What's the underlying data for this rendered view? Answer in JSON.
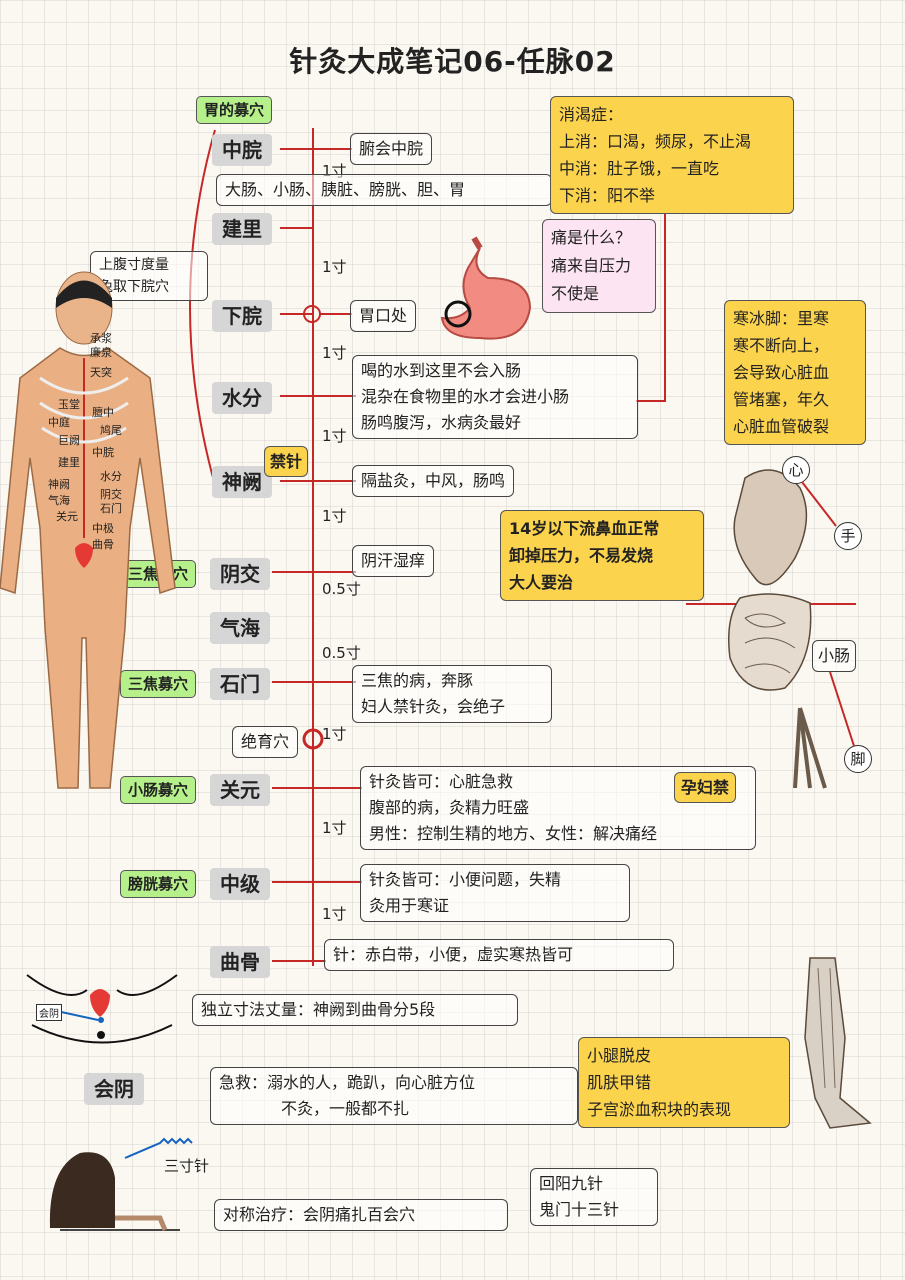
{
  "title": "针灸大成笔记06-任脉02",
  "stomach_label": "胃的募穴",
  "points": {
    "zhongwan": "中脘",
    "jianli": "建里",
    "xiawan": "下脘",
    "shuifen": "水分",
    "shenque": "神阙",
    "yinjiao": "阴交",
    "qihai": "气海",
    "shimen": "石门",
    "guanyuan": "关元",
    "zhongji": "中级",
    "qugu": "曲骨",
    "huiyin": "会阴"
  },
  "distances": {
    "d1": "1寸",
    "d2": "1寸",
    "d3": "1寸",
    "d4": "1寸",
    "d5": "1寸",
    "d6": "0.5寸",
    "d7": "0.5寸",
    "d8": "1寸",
    "d9": "1寸",
    "d10": "1寸"
  },
  "notes": {
    "fuhui": "腑会中脘",
    "organs": "大肠、小肠、胰脏、膀胱、胆、胃",
    "upper_abdomen": [
      "上腹寸度量",
      "兔取下脘穴"
    ],
    "weikou": "胃口处",
    "shuifen": [
      "喝的水到这里不会入肠",
      "混杂在食物里的水才会进小肠",
      "肠鸣腹泻，水病灸最好"
    ],
    "jinzhen": "禁针",
    "shenque": "隔盐灸，中风，肠鸣",
    "yinjiao": "阴汗湿痒",
    "shimen": [
      "三焦的病，奔豚",
      "妇人禁针灸，会绝子"
    ],
    "juexue": "绝育穴",
    "guanyuan": [
      "针灸皆可：心脏急救",
      "腹部的病，灸精力旺盛",
      "男性：控制生精的地方、女性：解决痛经"
    ],
    "pregnant": "孕妇禁",
    "zhongji": [
      "针灸皆可：小便问题，失精",
      "灸用于寒证"
    ],
    "qugu": "针：赤白带，小便，虚实寒热皆可",
    "cun_method": "独立寸法丈量：神阙到曲骨分5段",
    "huiyin": [
      "急救：溺水的人，跪趴，向心脏方位",
      "不灸，一般都不扎"
    ],
    "sancun": "三寸针",
    "symmetric": "对称治疗：会阴痛扎百会穴",
    "huiyang": [
      "回阳九针",
      "鬼门十三针"
    ],
    "huiyin_small": "会阴"
  },
  "mu_points": {
    "sanjiao1": "三焦募穴",
    "sanjiao2": "三焦募穴",
    "xiaochang": "小肠募穴",
    "pangguang": "膀胱募穴"
  },
  "yellow_boxes": {
    "xiaoke": [
      "消渴症：",
      "上消：口渴，频尿，不止渴",
      "中消：肚子饿，一直吃",
      "下消：阳不举"
    ],
    "hanbing": [
      "寒冰脚：里寒",
      "寒不断向上，",
      "会导致心脏血",
      "管堵塞，年久",
      "心脏血管破裂"
    ],
    "nosebleed": [
      "14岁以下流鼻血正常",
      "卸掉压力，不易发烧",
      "大人要治"
    ],
    "leg": [
      "小腿脱皮",
      "肌肤甲错",
      "子宫淤血积块的表现"
    ]
  },
  "pink_box": [
    "痛是什么？",
    "痛来自压力",
    "不使是"
  ],
  "body_labels": {
    "heart": "心",
    "hand": "手",
    "small_intestine": "小肠",
    "foot": "脚"
  },
  "body_points": [
    "承浆",
    "廉泉",
    "天突",
    "玉堂",
    "膻中",
    "中庭",
    "鸠尾",
    "巨阙",
    "中脘",
    "建里",
    "水分",
    "神阙",
    "阴交",
    "气海",
    "石门",
    "关元",
    "中极",
    "曲骨"
  ],
  "colors": {
    "line": "#c62828",
    "yellow": "#fcd34d",
    "green": "#b6f08a",
    "pink": "#fde4f2",
    "gray": "#d6d6d6"
  }
}
